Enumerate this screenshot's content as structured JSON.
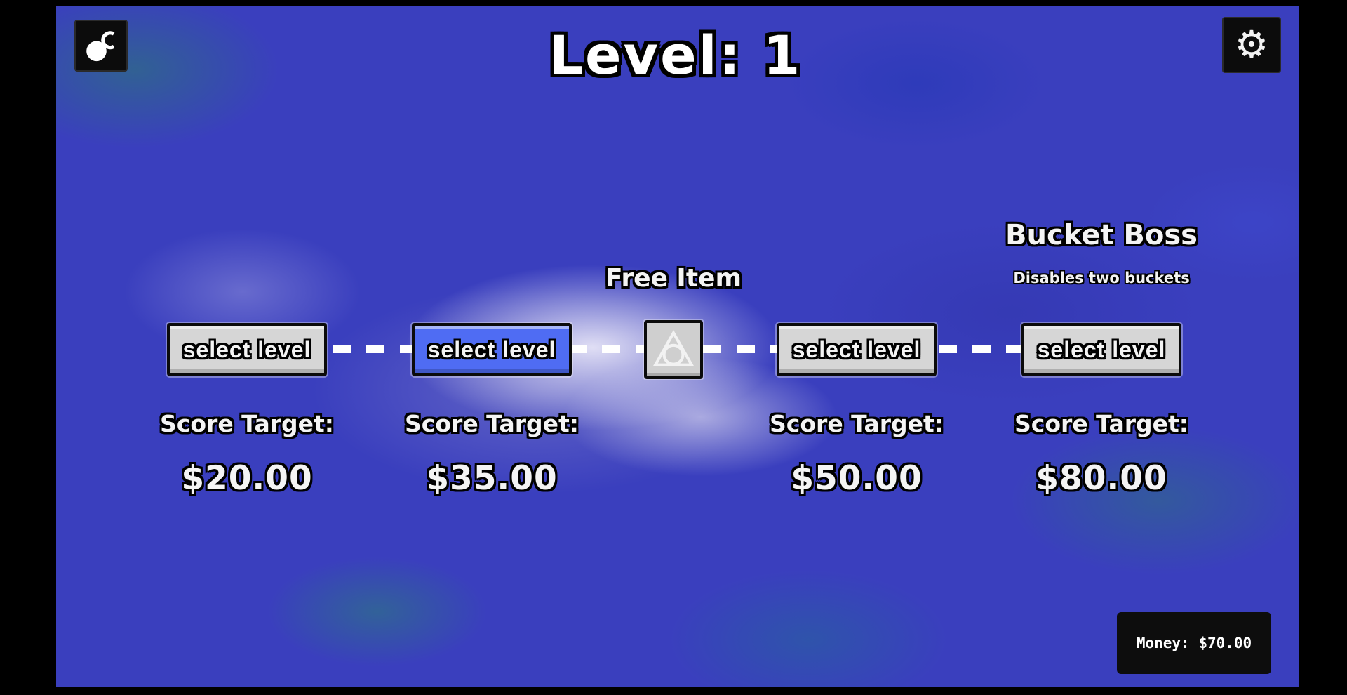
{
  "title": "Level: 1",
  "icons": {
    "gear": "⚙",
    "theme": "moon-crescent"
  },
  "free_item": {
    "label": "Free Item"
  },
  "boss": {
    "title": "Bucket Boss",
    "subtitle": "Disables two buckets"
  },
  "levels": [
    {
      "button_label": "select level",
      "target_label": "Score Target:",
      "target_value": "$20.00",
      "selected": false
    },
    {
      "button_label": "select level",
      "target_label": "Score Target:",
      "target_value": "$35.00",
      "selected": true
    },
    {
      "button_label": "select level",
      "target_label": "Score Target:",
      "target_value": "$50.00",
      "selected": false
    },
    {
      "button_label": "select level",
      "target_label": "Score Target:",
      "target_value": "$80.00",
      "selected": false
    }
  ],
  "money": {
    "label": "Money: $70.00"
  },
  "colors": {
    "background": "#3a3fbe",
    "button": "#d6d6d6",
    "selected_button": "#4f6cf3",
    "accent_teal": "#2d8a7e",
    "panel_black": "#0d0d0d"
  }
}
